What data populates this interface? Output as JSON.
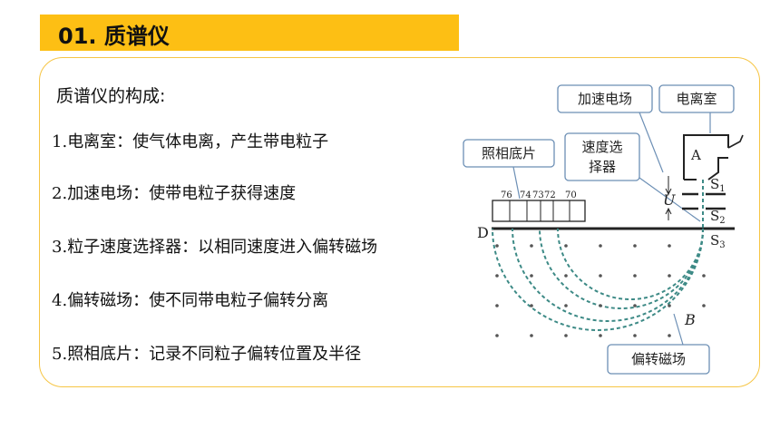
{
  "section": {
    "number": "01.",
    "title": "质谱仪"
  },
  "heading": "质谱仪的构成:",
  "items": [
    {
      "num": "1.",
      "text": "电离室：使气体电离，产生带电粒子"
    },
    {
      "num": "2.",
      "text": "加速电场：使带电粒子获得速度"
    },
    {
      "num": "3.",
      "text": "粒子速度选择器：以相同速度进入偏转磁场"
    },
    {
      "num": "4.",
      "text": "偏转磁场：使不同带电粒子偏转分离"
    },
    {
      "num": "5.",
      "text": "照相底片：记录不同粒子偏转位置及半径"
    }
  ],
  "diagram": {
    "label_accel": "加速电场",
    "label_ion": "电离室",
    "label_film": "照相底片",
    "label_selector_1": "速度选",
    "label_selector_2": "择器",
    "label_deflect": "偏转磁场",
    "chamber": "A",
    "voltage": "U",
    "field": "B",
    "point_d": "D",
    "s1": "S",
    "s1_sub": "1",
    "s2": "S",
    "s2_sub": "2",
    "s3": "S",
    "s3_sub": "3",
    "m76": "76",
    "m74": "74",
    "m73": "73",
    "m72": "72",
    "m70": "70"
  },
  "colors": {
    "accent": "#fdbf14",
    "border": "#f6c544",
    "callout": "#6c8fb5",
    "path": "#3d8a86"
  }
}
